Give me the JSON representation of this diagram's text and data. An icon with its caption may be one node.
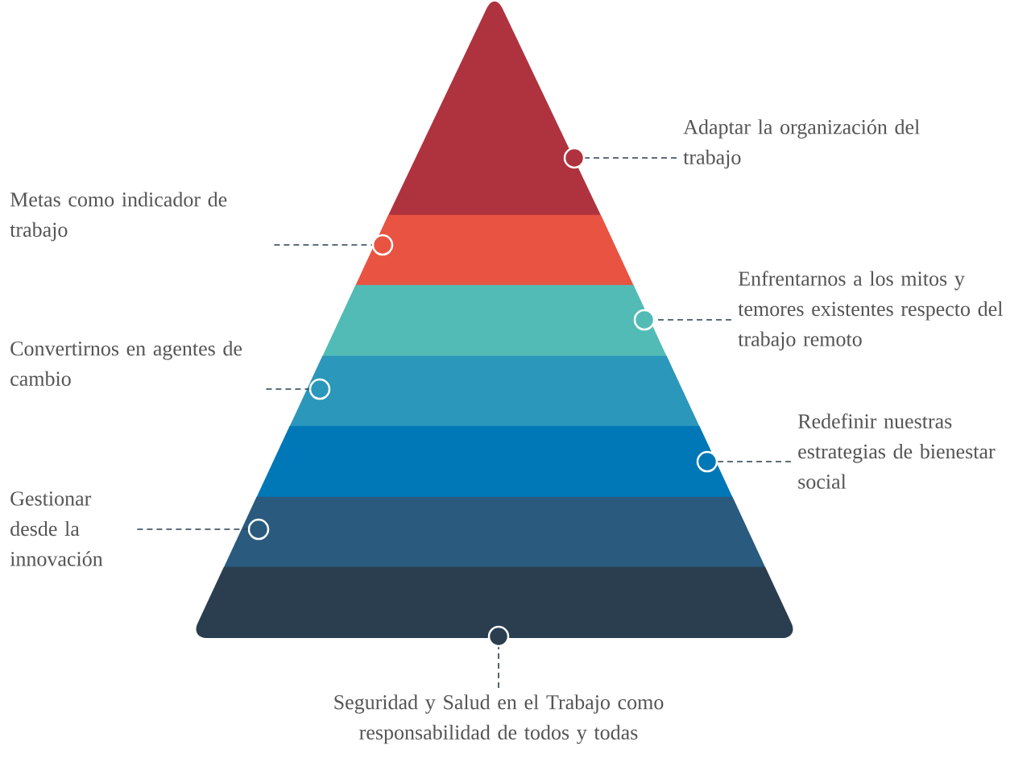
{
  "diagram": {
    "nodes": [
      {
        "text": [
          "Adaptar la organización del trabajo"
        ]
      },
      {
        "text": [
          "Metas como indicador de trabajo"
        ]
      },
      {
        "text": [
          "Enfrentarnos a los mitos y temores existentes respecto del trabajo remoto"
        ]
      },
      {
        "text": [
          "Convertirnos en agentes de cambio"
        ]
      },
      {
        "text": [
          "Redefinir nuestras estrategias de bienestar social"
        ]
      },
      {
        "text": [
          "Gestionar desde la innovación"
        ]
      },
      {
        "text": [
          "Seguridad y Salud en el Trabajo como responsabilidad de todos y todas"
        ]
      },
      {
        "text": [],
        "shape": "circle"
      },
      {
        "text": [],
        "shape": "circle"
      },
      {
        "text": [],
        "shape": "circle"
      },
      {
        "text": [],
        "shape": "circle"
      },
      {
        "text": [],
        "shape": "circle"
      },
      {
        "text": [],
        "shape": "circle"
      },
      {
        "text": [],
        "shape": "circle"
      }
    ],
    "edges": [
      {
        "from": 0,
        "to": 7,
        "arrow": "none",
        "style": "dashed"
      },
      {
        "from": 1,
        "to": 8,
        "arrow": "none",
        "style": "dashed"
      },
      {
        "from": 2,
        "to": 9,
        "arrow": "none",
        "style": "dashed"
      },
      {
        "from": 3,
        "to": 10,
        "arrow": "none",
        "style": "dashed"
      },
      {
        "from": 4,
        "to": 11,
        "arrow": "none",
        "style": "dashed"
      },
      {
        "from": 5,
        "to": 12,
        "arrow": "none",
        "style": "dashed"
      },
      {
        "from": 6,
        "to": 13,
        "arrow": "none",
        "style": "dashed"
      }
    ]
  }
}
